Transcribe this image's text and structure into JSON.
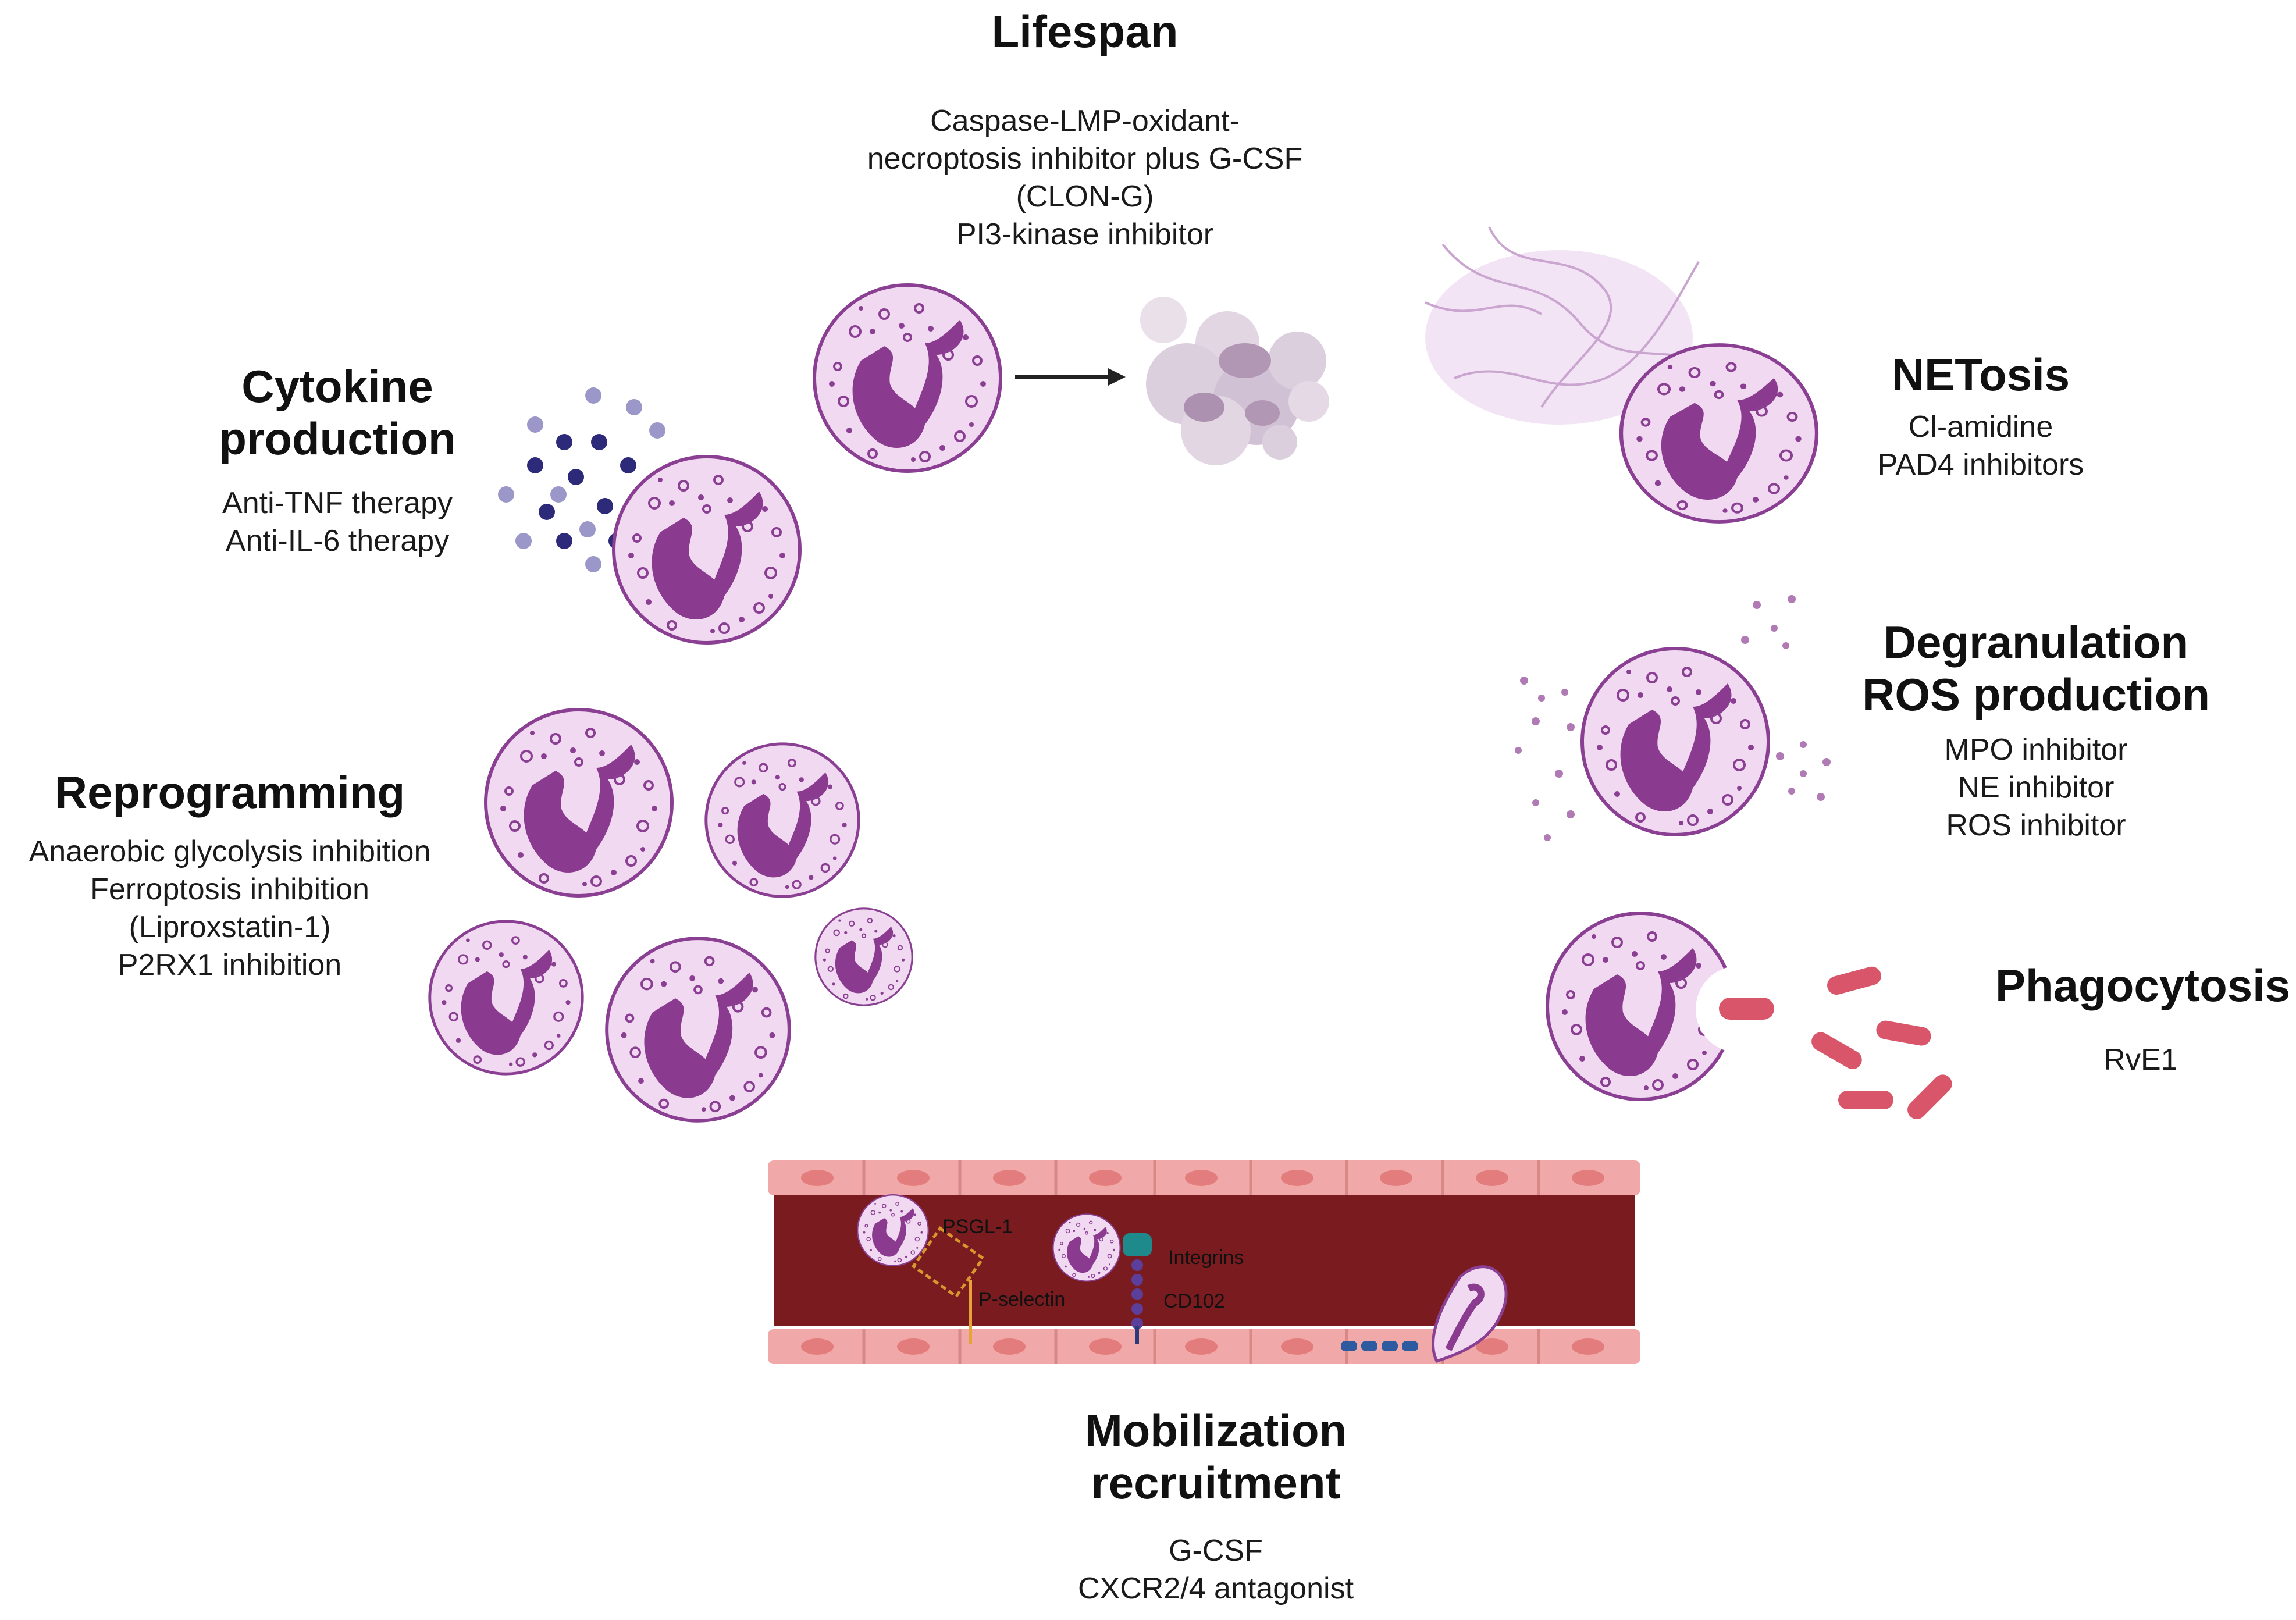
{
  "lifespan": {
    "title": "Lifespan",
    "items": [
      "Caspase-LMP-oxidant-",
      "necroptosis inhibitor plus G-CSF",
      "(CLON-G)",
      "PI3-kinase inhibitor"
    ]
  },
  "cytokine": {
    "title_line1": "Cytokine",
    "title_line2": "production",
    "items": [
      "Anti-TNF therapy",
      "Anti-IL-6 therapy"
    ]
  },
  "netosis": {
    "title": "NETosis",
    "items": [
      "Cl-amidine",
      "PAD4 inhibitors"
    ]
  },
  "degranulation": {
    "title_line1": "Degranulation",
    "title_line2": "ROS production",
    "items": [
      "MPO inhibitor",
      "NE inhibitor",
      "ROS inhibitor"
    ]
  },
  "reprogramming": {
    "title": "Reprogramming",
    "items": [
      "Anaerobic glycolysis inhibition",
      "Ferroptosis inhibition",
      "(Liproxstatin-1)",
      "P2RX1 inhibition"
    ]
  },
  "phagocytosis": {
    "title": "Phagocytosis",
    "items": [
      "RvE1"
    ]
  },
  "mobilization": {
    "title_line1": "Mobilization",
    "title_line2": "recruitment",
    "items": [
      "G-CSF",
      "CXCR2/4 antagonist"
    ]
  },
  "vessel_labels": {
    "psgl1": "PSGL-1",
    "pselectin": "P-selectin",
    "integrins": "Integrins",
    "cd102": "CD102"
  },
  "colors": {
    "cell_fill": "#f0d9f1",
    "cell_outline": "#8a3f93",
    "nucleus": "#8b3b8f",
    "vessel_lumen": "#7a1c1f",
    "endothelium": "#f0a8a8",
    "bacteria": "#d9556a",
    "cytokine_dots": "#2e2a7a"
  }
}
